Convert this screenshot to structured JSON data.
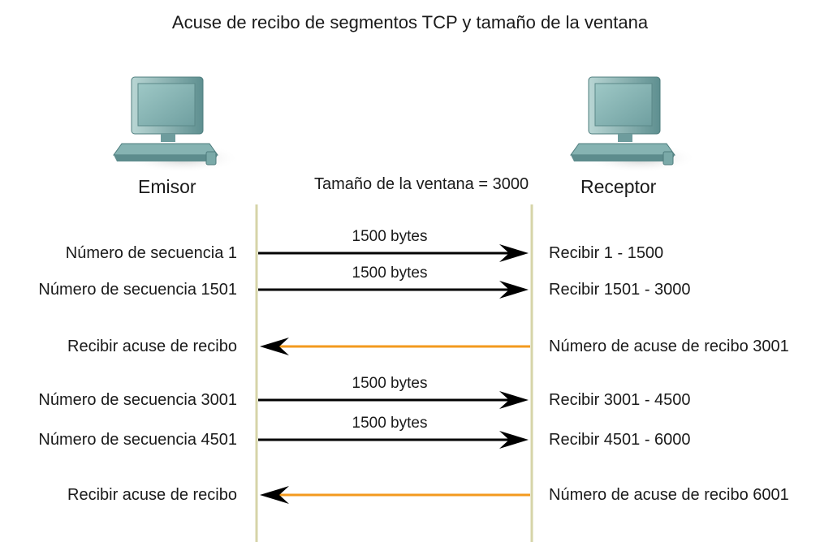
{
  "diagram": {
    "title": "Acuse de recibo de segmentos TCP y tamaño de la ventana",
    "sender_label": "Emisor",
    "receiver_label": "Receptor",
    "window_size_label": "Tamaño de la ventana = 3000",
    "messages": [
      {
        "direction": "send",
        "left": "Número de secuencia 1",
        "bytes": "1500 bytes",
        "right": "Recibir 1 - 1500"
      },
      {
        "direction": "send",
        "left": "Número de secuencia 1501",
        "bytes": "1500 bytes",
        "right": "Recibir 1501 - 3000"
      },
      {
        "direction": "ack",
        "left": "Recibir acuse de recibo",
        "bytes": "",
        "right": "Número de acuse de recibo 3001"
      },
      {
        "direction": "send",
        "left": "Número de secuencia 3001",
        "bytes": "1500 bytes",
        "right": "Recibir 3001 - 4500"
      },
      {
        "direction": "send",
        "left": "Número de secuencia 4501",
        "bytes": "1500 bytes",
        "right": "Recibir 4501 - 6000"
      },
      {
        "direction": "ack",
        "left": "Recibir acuse de recibo",
        "bytes": "",
        "right": "Número de acuse de recibo 6001"
      }
    ],
    "icons": [
      "sender-computer-icon",
      "receiver-computer-icon"
    ],
    "colors": {
      "timeline": "#d6d4a8",
      "send_arrow": "#000000",
      "ack_arrow": "#f39a1e",
      "computer_body": "#7fb0b0"
    }
  }
}
